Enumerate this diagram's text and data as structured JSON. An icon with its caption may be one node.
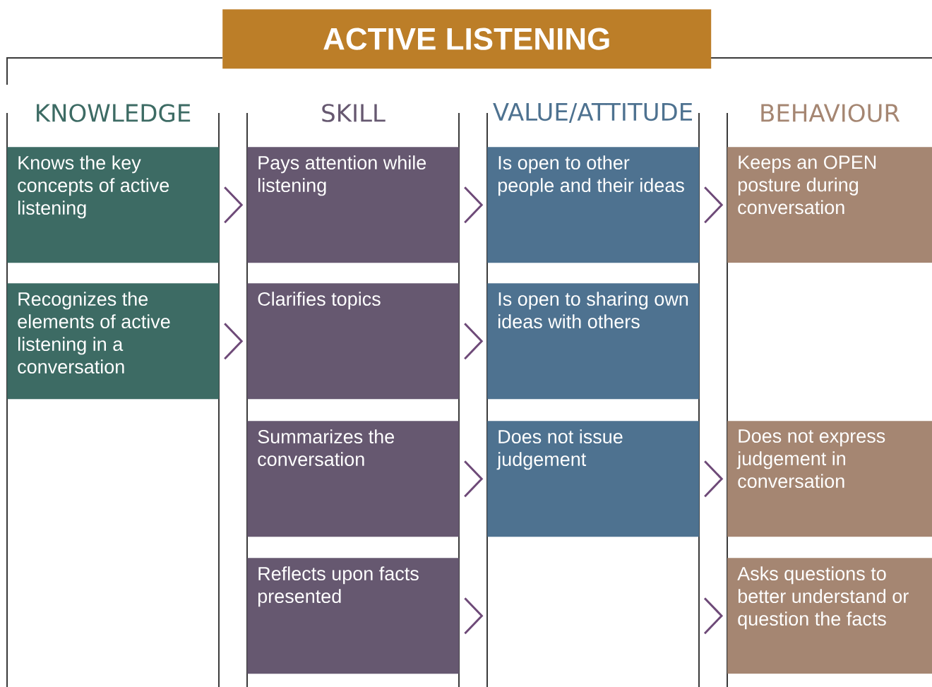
{
  "diagram": {
    "title": "ACTIVE LISTENING",
    "nodes": [
      {
        "text": [
          "Knows the key concepts of active listening"
        ]
      },
      {
        "text": [
          "Pays attention while listening"
        ]
      },
      {
        "text": [
          "Is open to other people and their ideas"
        ]
      },
      {
        "text": [
          "Keeps an OPEN posture during conversation"
        ]
      },
      {
        "text": [
          "Recognizes the elements of active listening in a conversation"
        ]
      },
      {
        "text": [
          "Clarifies topics"
        ]
      },
      {
        "text": [
          "Is open to sharing own ideas with others"
        ]
      },
      {
        "text": [
          "Summarizes the conversation"
        ]
      },
      {
        "text": [
          "Does not issue judgement"
        ]
      },
      {
        "text": [
          "Does not express judgement in conversation"
        ]
      },
      {
        "text": [
          "Reflects upon facts presented"
        ]
      },
      {
        "text": [
          "Asks questions to better understand or question  the facts"
        ]
      }
    ],
    "edges": [
      {
        "from": 0,
        "to": 1,
        "arrow": "to"
      },
      {
        "from": 1,
        "to": 2,
        "arrow": "to"
      },
      {
        "from": 2,
        "to": 3,
        "arrow": "to"
      },
      {
        "from": 4,
        "to": 5,
        "arrow": "to"
      },
      {
        "from": 5,
        "to": 6,
        "arrow": "to"
      },
      {
        "from": 7,
        "to": 8,
        "arrow": "to"
      },
      {
        "from": 8,
        "to": 9,
        "arrow": "to"
      },
      {
        "from": 10,
        "to": 11,
        "arrow": "to"
      }
    ],
    "labels": [
      "KNOWLEDGE",
      "SKILL",
      "VALUE/ATTITUDE",
      "BEHAVIOUR"
    ]
  }
}
